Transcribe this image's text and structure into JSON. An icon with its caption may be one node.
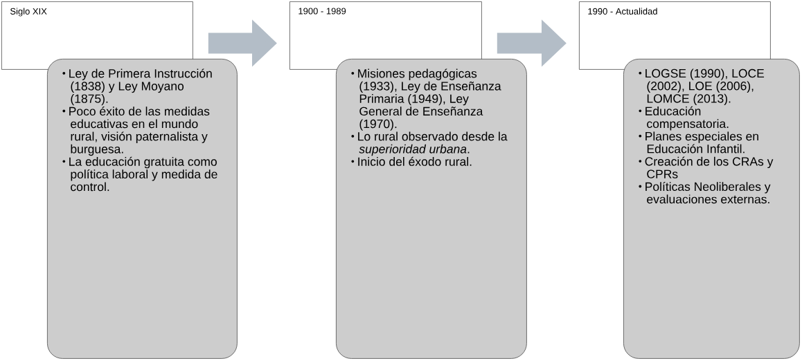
{
  "diagram": {
    "nodes": [
      {
        "text": [
          "Siglo XIX"
        ]
      },
      {
        "text": [
          "Ley de Primera Instrucción (1838) y Ley Moyano (1875).",
          "Poco éxito de las medidas educativas en el mundo rural, visión paternalista y burguesa.",
          "La educación gratuita como política laboral y medida de control."
        ]
      },
      {
        "text": [
          "1900 - 1989"
        ]
      },
      {
        "text": [
          "Misiones pedagógicas (1933), Ley de Enseñanza Primaria (1949), Ley General de Enseñanza (1970).",
          "Lo rural observado desde la *superioridad urbana*.",
          "Inicio del éxodo rural."
        ]
      },
      {
        "text": [
          "1990 - Actualidad"
        ]
      },
      {
        "text": [
          "LOGSE (1990), LOCE (2002), LOE (2006), LOMCE (2013).",
          "Educación compensatoria.",
          "Planes especiales en Educación Infantil.",
          "Creación de los CRAs y CPRs",
          "Políticas Neoliberales y evaluaciones externas."
        ]
      }
    ],
    "edges": [
      {
        "from": 0,
        "to": 2,
        "arrow": "to"
      },
      {
        "from": 2,
        "to": 4,
        "arrow": "to"
      }
    ]
  }
}
